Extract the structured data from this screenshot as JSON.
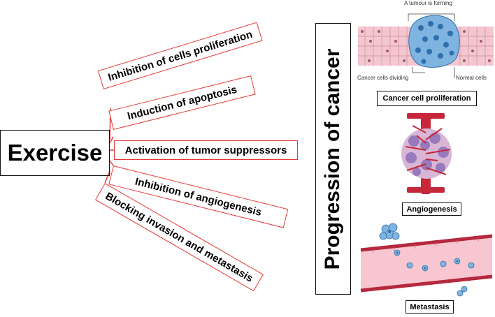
{
  "left": {
    "exercise_label": "Exercise",
    "effects": [
      "Inhibition of cells proliferation",
      "Induction of apoptosis",
      "Activation of tumor suppressors",
      "Inhibition of angiogenesis",
      "Blocking invasion and metastasis"
    ]
  },
  "right": {
    "progression_label": "Progression of cancer",
    "proliferation": {
      "top_label": "A tumour is forming",
      "left_label": "Cancer cells dividing",
      "right_label": "Normal cells",
      "caption": "Cancer cell proliferation"
    },
    "angiogenesis_caption": "Angiogenesis",
    "metastasis_caption": "Metastasis"
  },
  "colors": {
    "effect_border": "#e53935",
    "tumour_blue": "#3d85c6",
    "tissue_pink": "#f4c7d0",
    "vessel_red": "#c62839"
  }
}
